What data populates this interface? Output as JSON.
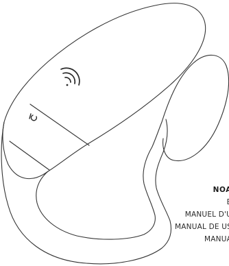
{
  "product": {
    "model_name": "NOA",
    "lines": [
      "B",
      "MANUEL D'U",
      "MANUAL DE US",
      "MANUA"
    ]
  },
  "icons": {
    "wireless": "wireless-signal-icon",
    "power": "power-button-icon"
  },
  "colors": {
    "outline": "#333333",
    "text": "#2a2a2a",
    "background": "#ffffff"
  }
}
